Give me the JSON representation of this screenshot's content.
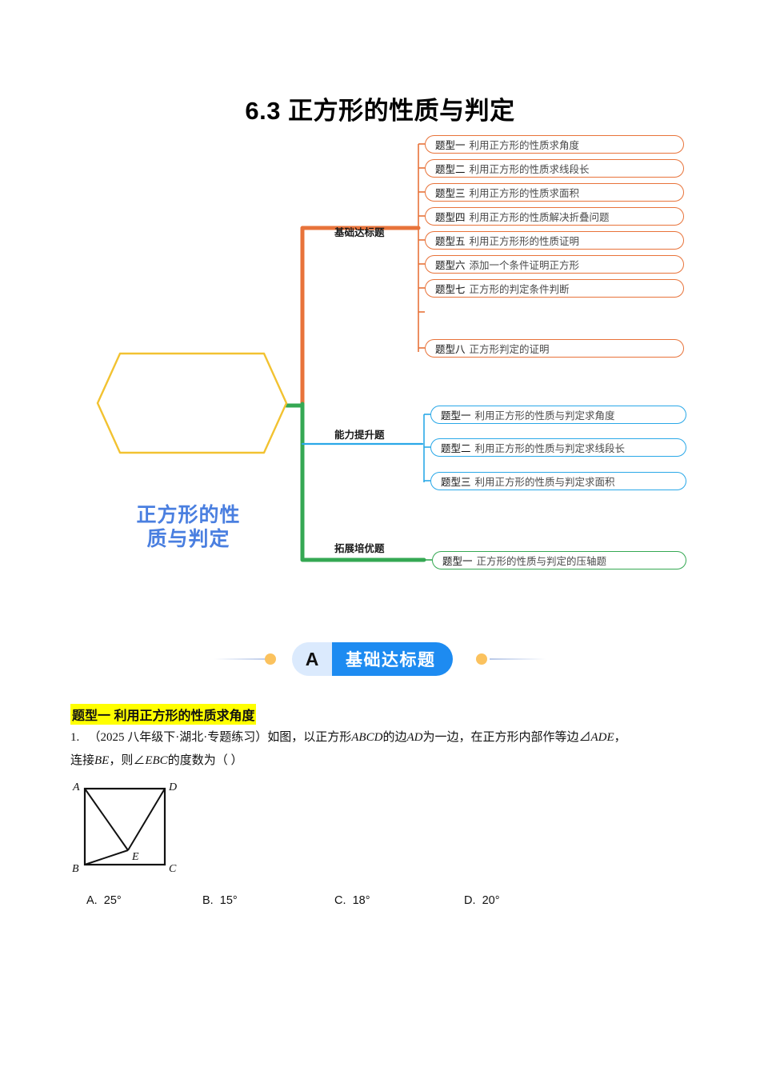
{
  "document": {
    "title": "6.3 正方形的性质与判定"
  },
  "mindmap": {
    "center": {
      "line1": "正方形的性",
      "line2": "质与判定",
      "border_color": "#f2c231",
      "text_color": "#4a7fe0"
    },
    "categories": [
      {
        "label": "基础达标题",
        "color": "#e8733a"
      },
      {
        "label": "能力提升题",
        "color": "#2aa8e8"
      },
      {
        "label": "拓展培优题",
        "color": "#35a853"
      }
    ],
    "basic_items": [
      {
        "index": "题型一",
        "text": "利用正方形的性质求角度"
      },
      {
        "index": "题型二",
        "text": "利用正方形的性质求线段长"
      },
      {
        "index": "题型三",
        "text": "利用正方形的性质求面积"
      },
      {
        "index": "题型四",
        "text": "利用正方形的性质解决折叠问题"
      },
      {
        "index": "题型五",
        "text": "利用正方形形的性质证明"
      },
      {
        "index": "题型六",
        "text": "添加一个条件证明正方形"
      },
      {
        "index": "题型七",
        "text": "正方形的判定条件判断"
      },
      {
        "index": "题型八",
        "text": "正方形判定的证明"
      }
    ],
    "improve_items": [
      {
        "index": "题型一",
        "text": "利用正方形的性质与判定求角度"
      },
      {
        "index": "题型二",
        "text": "利用正方形的性质与判定求线段长"
      },
      {
        "index": "题型三",
        "text": "利用正方形的性质与判定求面积"
      }
    ],
    "extend_items": [
      {
        "index": "题型一",
        "text": "正方形的性质与判定的压轴题"
      }
    ]
  },
  "section": {
    "badge_letter": "A",
    "badge_text": "基础达标题",
    "accent_dot_color": "#fbc25e",
    "badge_color": "#1d8bf1"
  },
  "question_type": {
    "heading": "题型一  利用正方形的性质求角度",
    "highlight_color": "#ffff00"
  },
  "question": {
    "number": "1.",
    "source": "（2025 八年级下·湖北·专题练习）",
    "line1_rest": "如图，以正方形",
    "abcd": "ABCD",
    "line1_mid": "的边",
    "ad": "AD",
    "line1_tail": "为一边，在正方形内部作等边",
    "tri": "⊿",
    "ade": "ADE",
    "line1_comma": "，",
    "line2_a": "连接",
    "be": "BE",
    "line2_b": "，则∠",
    "ebc": "EBC",
    "line2_c": "的度数为（      ）",
    "options": [
      {
        "key": "A.",
        "value": "25°"
      },
      {
        "key": "B.",
        "value": "15°"
      },
      {
        "key": "C.",
        "value": "18°"
      },
      {
        "key": "D.",
        "value": "20°"
      }
    ],
    "figure_labels": {
      "a": "A",
      "b": "B",
      "c": "C",
      "d": "D",
      "e": "E"
    }
  }
}
